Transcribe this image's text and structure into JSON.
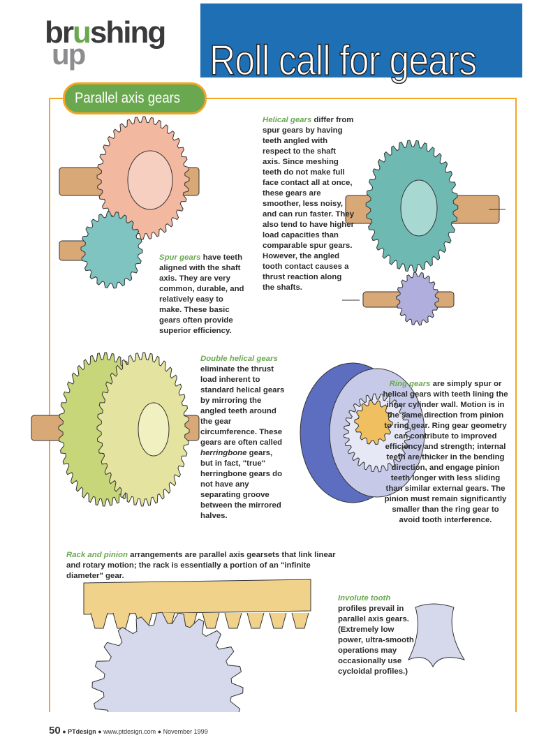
{
  "header": {
    "logo_word1_a": "br",
    "logo_word1_b": "u",
    "logo_word1_c": "shing",
    "logo_word2": "up",
    "title": "Roll call for gears"
  },
  "section": {
    "label": "Parallel axis gears"
  },
  "paragraphs": {
    "spur": {
      "lead": "Spur gears",
      "text": " have teeth aligned with the shaft axis. They are very common, durable, and relatively easy to make. These basic gears often provide superior efficiency."
    },
    "helical": {
      "lead": "Helical gears",
      "text": " differ from spur gears by having teeth angled with respect to the shaft axis. Since meshing teeth do not make full face contact all at once, these gears are smoother, less noisy, and can run faster. They also tend to have higher load capacities than comparable spur gears. However, the angled tooth contact causes a thrust reaction along the shafts."
    },
    "double_helical": {
      "lead": "Double helical gears",
      "text1": " eliminate the thrust load inherent to standard helical gears by mirroring the angled teeth around the gear circumference. These gears are often called ",
      "italic": "herringbone",
      "text2": " gears, but in fact, \"true\" herringbone gears do not have any separating groove between the mirrored halves."
    },
    "ring": {
      "lead": "Ring gears",
      "text": " are simply spur or helical gears with teeth lining the inner cylinder wall. Motion is in the same direction from pinion to ring gear. Ring gear geometry can contribute to improved efficiency and strength; internal teeth are thicker in the bending direction, and engage pinion teeth longer with less sliding than similar external gears. The pinion must remain significantly smaller than the ring gear to avoid tooth interference."
    },
    "rack": {
      "lead": "Rack and pinion",
      "text": " arrangements are parallel axis gearsets that link linear and rotary motion; the rack is essentially a portion of an \"infinite diameter\" gear."
    },
    "involute": {
      "lead": "Involute tooth",
      "text": " profiles prevail in parallel axis gears. (Extremely low power, ultra-smooth operations may occasionally use cycloidal profiles.)"
    }
  },
  "footer": {
    "page": "50",
    "publication": "PTdesign",
    "url": "www.ptdesign.com",
    "date": "November 1999",
    "bullet": "●"
  },
  "colors": {
    "header_blue": "#1f6fb5",
    "accent_green": "#6aa84f",
    "frame_orange": "#f2a526"
  }
}
